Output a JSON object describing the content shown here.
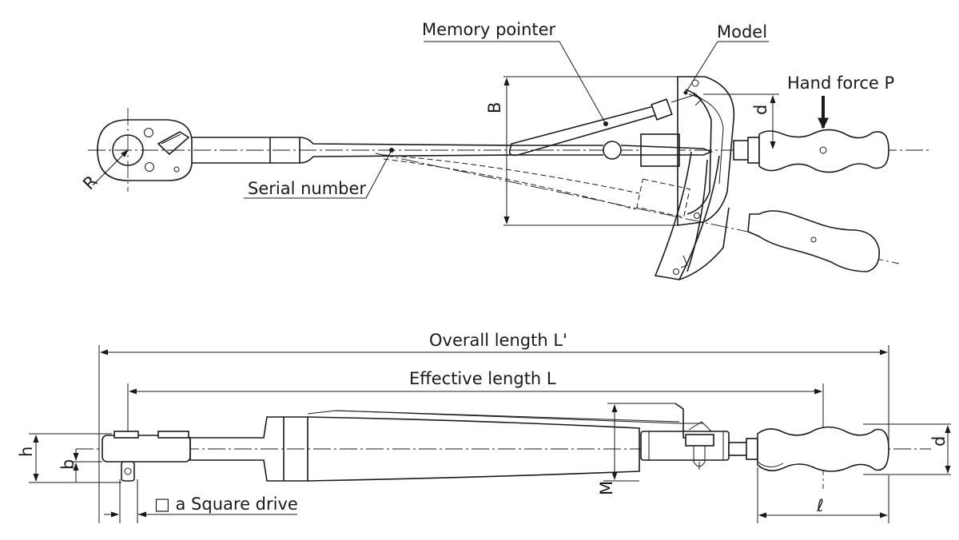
{
  "labels": {
    "memory_pointer": "Memory pointer",
    "model": "Model",
    "hand_force": "Hand force P",
    "serial_number": "Serial number",
    "overall_length": "Overall length L'",
    "effective_length": "Effective length L",
    "square_drive": "□ a Square drive"
  },
  "dimensions": {
    "r": "R",
    "b_top": "B",
    "d_top": "d",
    "h": "h",
    "b_side": "b",
    "m": "M",
    "d_side": "d",
    "l_grip": "ℓ"
  }
}
